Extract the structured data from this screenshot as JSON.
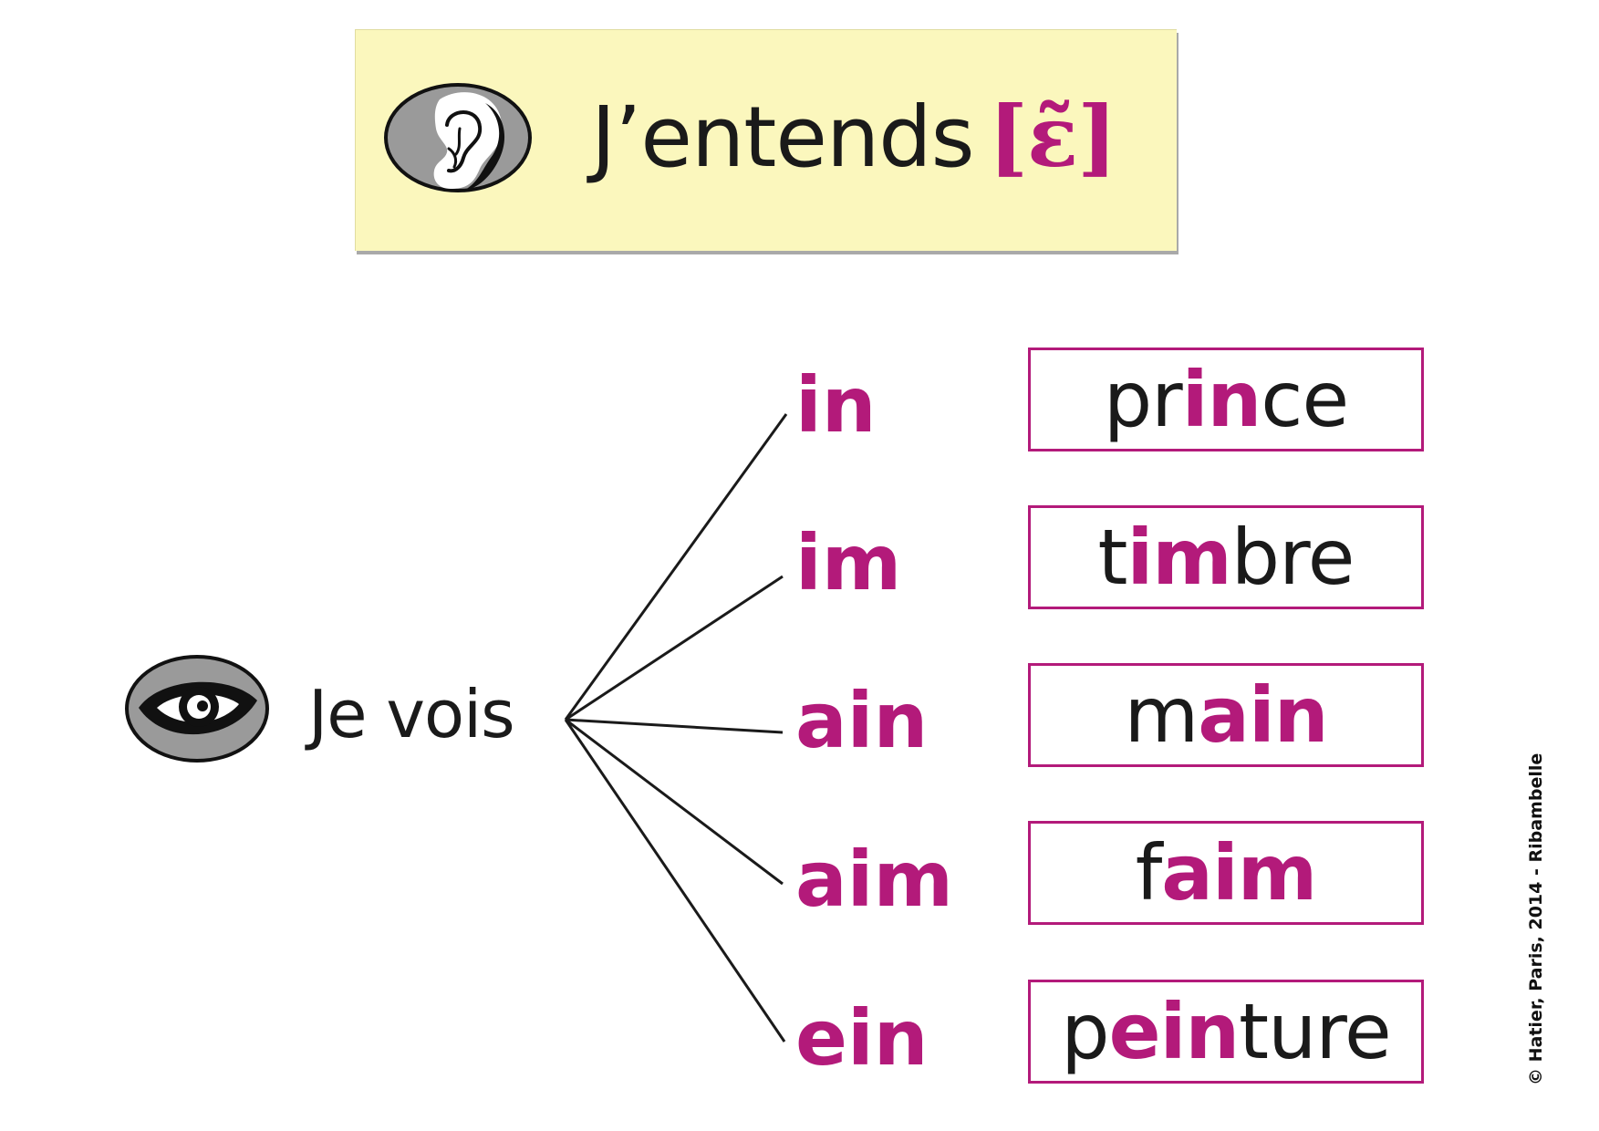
{
  "header": {
    "title_text": "J’entends",
    "phoneme": "[ɛ̃]",
    "icon": "ear-icon"
  },
  "left": {
    "label": "Je vois",
    "icon": "eye-icon"
  },
  "graphemes": [
    "in",
    "im",
    "ain",
    "aim",
    "ein"
  ],
  "words": [
    {
      "parts": [
        {
          "t": "pr",
          "hl": false
        },
        {
          "t": "in",
          "hl": true
        },
        {
          "t": "ce",
          "hl": false
        }
      ]
    },
    {
      "parts": [
        {
          "t": "t",
          "hl": false
        },
        {
          "t": "im",
          "hl": true
        },
        {
          "t": "bre",
          "hl": false
        }
      ]
    },
    {
      "parts": [
        {
          "t": "m",
          "hl": false
        },
        {
          "t": "ain",
          "hl": true
        }
      ]
    },
    {
      "parts": [
        {
          "t": "f",
          "hl": false
        },
        {
          "t": "aim",
          "hl": true
        }
      ]
    },
    {
      "parts": [
        {
          "t": "p",
          "hl": false
        },
        {
          "t": "ein",
          "hl": true
        },
        {
          "t": "ture",
          "hl": false
        }
      ]
    }
  ],
  "copyright": "© Hatier, Paris, 2014 - Ribambelle",
  "colors": {
    "accent": "#b31a7a",
    "title_bg": "#fbf7bd",
    "icon_grey": "#9a9a9a"
  }
}
